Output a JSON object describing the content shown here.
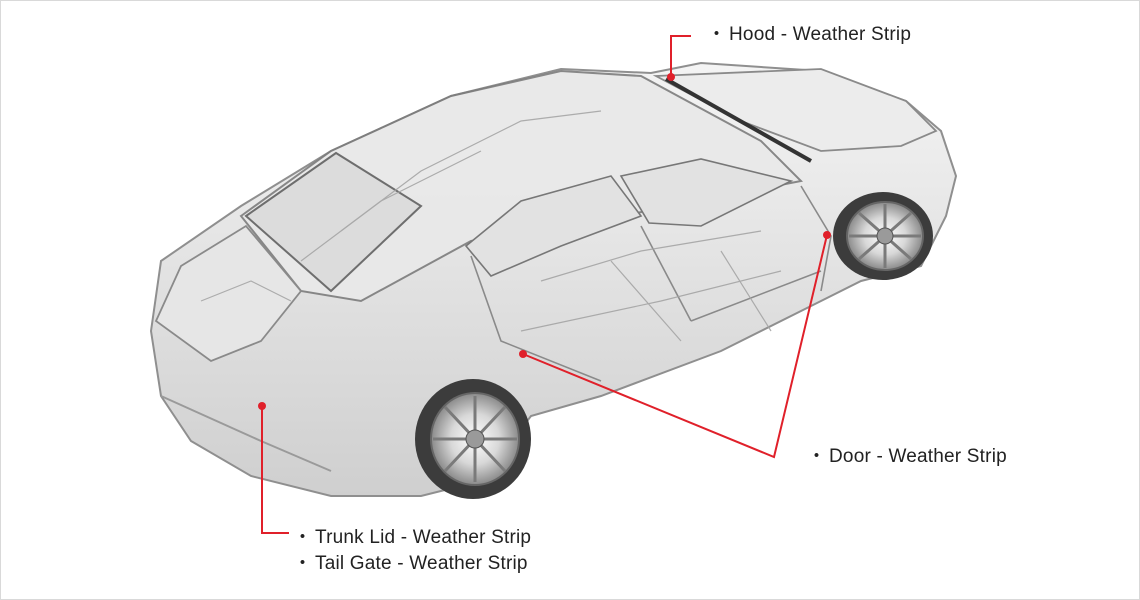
{
  "bullet": "・",
  "callouts": {
    "hood": "Hood - Weather Strip",
    "door": "Door - Weather Strip",
    "trunk_lid": "Trunk Lid - Weather Strip",
    "tail_gate": "Tail Gate - Weather Strip"
  },
  "colors": {
    "leader": "#e0202a",
    "text": "#222222",
    "border": "#d9d9d9"
  }
}
